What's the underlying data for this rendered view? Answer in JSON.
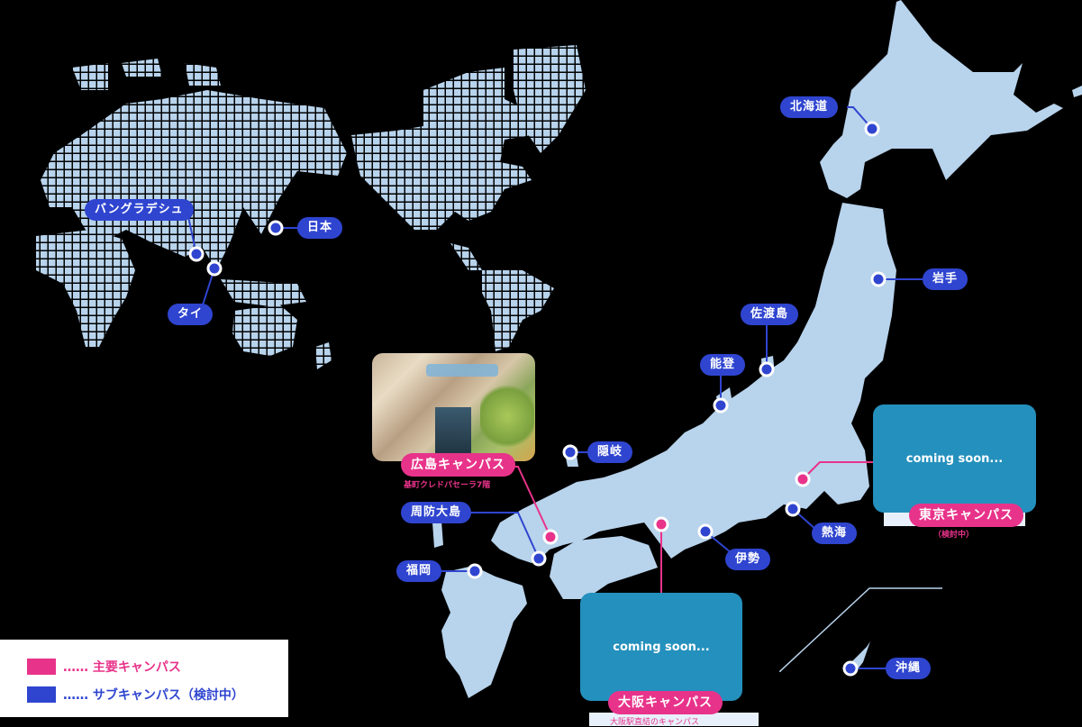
{
  "colors": {
    "background": "#000000",
    "land": "#b8d3ec",
    "main_campus": "#e8338a",
    "sub_campus": "#2f45d0",
    "coming_soon_box": "#2490bd",
    "caption_bar": "#e8f1fb"
  },
  "world_map": {
    "sub_locations": [
      {
        "id": "bangladesh",
        "label": "バングラデシュ"
      },
      {
        "id": "japan",
        "label": "日本"
      },
      {
        "id": "thailand",
        "label": "タイ"
      }
    ]
  },
  "japan_map": {
    "sub_locations": [
      {
        "id": "hokkaido",
        "label": "北海道"
      },
      {
        "id": "iwate",
        "label": "岩手"
      },
      {
        "id": "sado",
        "label": "佐渡島"
      },
      {
        "id": "noto",
        "label": "能登"
      },
      {
        "id": "oki",
        "label": "隠岐"
      },
      {
        "id": "suo-oshima",
        "label": "周防大島"
      },
      {
        "id": "fukuoka",
        "label": "福岡"
      },
      {
        "id": "ise",
        "label": "伊勢"
      },
      {
        "id": "atami",
        "label": "熱海"
      },
      {
        "id": "okinawa",
        "label": "沖縄"
      }
    ],
    "main_campuses": {
      "hiroshima": {
        "label": "広島キャンパス",
        "caption": "基町クレドパセーラ7階"
      },
      "osaka": {
        "label": "大阪キャンパス",
        "caption": "大阪駅直結のキャンパス",
        "placeholder": "coming soon..."
      },
      "tokyo": {
        "label": "東京キャンパス",
        "caption": "（検討中）",
        "placeholder": "coming soon..."
      }
    }
  },
  "legend": {
    "main": "…… 主要キャンパス",
    "sub": "…… サブキャンパス（検討中）"
  }
}
